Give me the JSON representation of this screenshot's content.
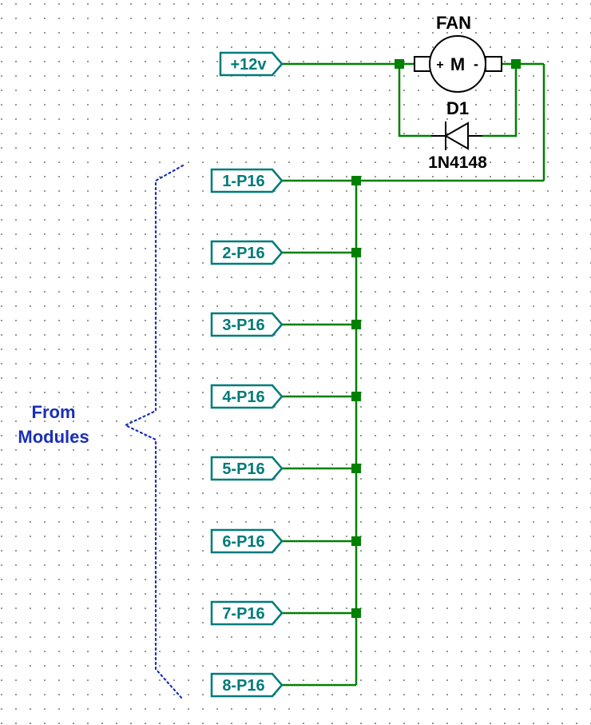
{
  "schematic": {
    "supply_port": {
      "label": "+12v"
    },
    "motor": {
      "name": "FAN",
      "symbol": "M",
      "plus": "+",
      "minus": "-"
    },
    "diode": {
      "ref": "D1",
      "part": "1N4148"
    },
    "module_ports": [
      {
        "label": "1-P16"
      },
      {
        "label": "2-P16"
      },
      {
        "label": "3-P16"
      },
      {
        "label": "4-P16"
      },
      {
        "label": "5-P16"
      },
      {
        "label": "6-P16"
      },
      {
        "label": "7-P16"
      },
      {
        "label": "8-P16"
      }
    ],
    "note": {
      "line1": "From",
      "line2": "Modules"
    },
    "colors": {
      "wire": "#008000",
      "port_outline": "#007a7a",
      "port_text": "#007a7a",
      "note_text": "#1a2fb8",
      "component": "#000000"
    }
  }
}
